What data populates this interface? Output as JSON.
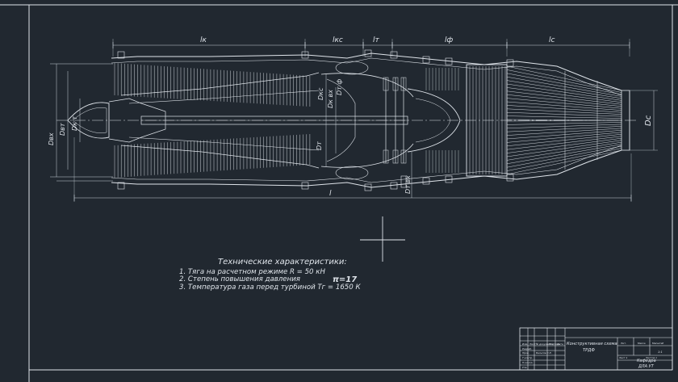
{
  "colors": {
    "background": "#212830",
    "line": "#dfe4ea",
    "dim": "#c9d0d8"
  },
  "dims": {
    "lk": "lк",
    "lks": "lкс",
    "lt": "lт",
    "lf": "lф",
    "lc": "lс",
    "l": "l",
    "dvh": "Dвх",
    "dvt": "Dвт",
    "dkt": "Dк т",
    "dks": "Dкс",
    "dkvh": "Dк вх",
    "dtf": "Dт ф",
    "dt": "Dт",
    "dtvh": "Dт вх",
    "dc": "Dс"
  },
  "characteristics": {
    "title": "Технические характеристики:",
    "items": [
      "1. Тяга на расчетном режиме R = 50 кН",
      "2. Степень повышения давления",
      "3. Температура газа перед турбиной Tг = 1650 К"
    ],
    "pi_value": "π=17"
  },
  "title_block": {
    "drawing_name": "Конструктивная схема",
    "drawing_subtitle": "ТРДФ",
    "organization": "Кафедра",
    "organization2": "ДЛА УТ",
    "headers": [
      "Лит.",
      "Масса",
      "Масштаб"
    ],
    "row_labels": [
      "Изм.",
      "Лист",
      "№ документа",
      "Подпись",
      "Дата"
    ],
    "roles": [
      "Разраб.",
      "Пров.",
      "Т.контр.",
      "Н.контр.",
      "Утв."
    ],
    "author": "Бальтов С.Е.",
    "sheet": "Лист 1",
    "sheets": "Листов 1",
    "scale": "1:1"
  }
}
